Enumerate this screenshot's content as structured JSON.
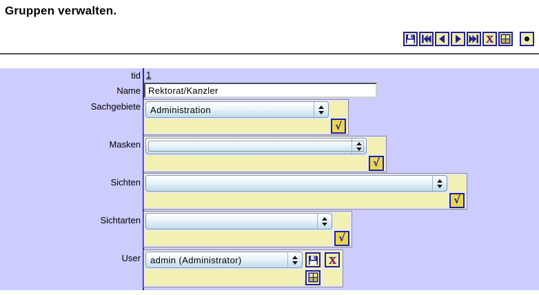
{
  "page": {
    "title": "Gruppen verwalten."
  },
  "toolbar": {
    "icons": [
      "floppy-save",
      "first-record",
      "previous-record",
      "next-record",
      "last-record",
      "delete-x",
      "new-record-grid",
      "record-dot"
    ]
  },
  "form": {
    "confirm_label": "√",
    "fields": {
      "tid": {
        "label": "tid",
        "value": "1"
      },
      "name": {
        "label": "Name",
        "value": "Rektorat/Kanzler"
      },
      "sachgebiete": {
        "label": "Sachgebiete",
        "selected": "Administration",
        "aux_value": "",
        "list_value": ""
      },
      "masken": {
        "label": "Masken",
        "selected": "",
        "aux_value": "",
        "list_value": ""
      },
      "sichten": {
        "label": "Sichten",
        "selected": "",
        "aux_value": "",
        "list_value": ""
      },
      "sichtarten": {
        "label": "Sichtarten",
        "selected": "",
        "aux_value": "",
        "list_value": ""
      },
      "user": {
        "label": "User",
        "selected": "admin (Administrator)",
        "aux_value": "",
        "list_value": ""
      }
    }
  },
  "colors": {
    "panel_bg": "#ccccff",
    "field_yellow": "#f2f0b2",
    "button_gold": "#ead74f",
    "navy": "#202099",
    "delete_red": "#cc1515"
  }
}
